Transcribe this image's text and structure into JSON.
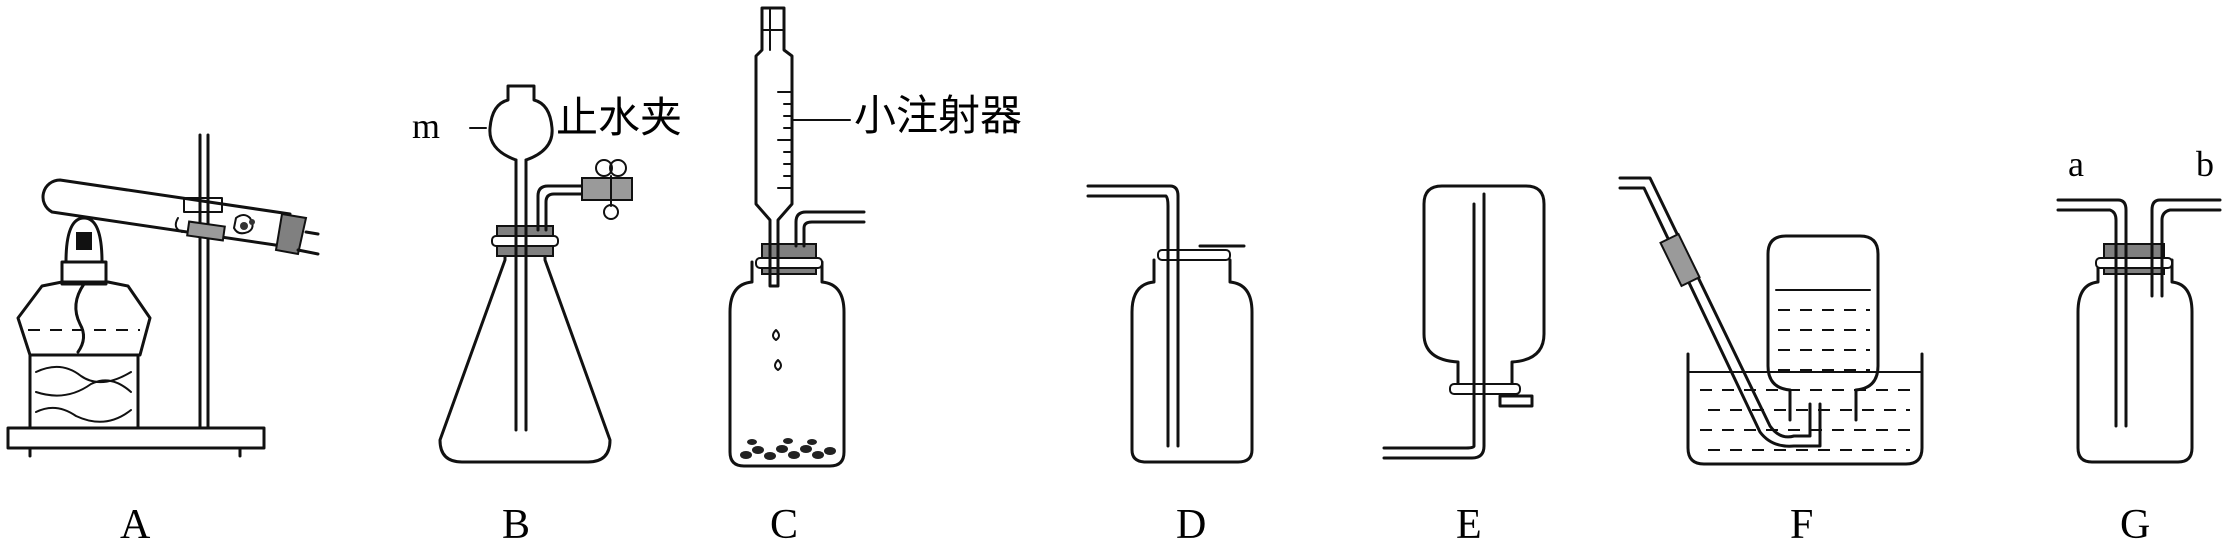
{
  "apparatus": [
    {
      "id": "A",
      "label": "A"
    },
    {
      "id": "B",
      "label": "B"
    },
    {
      "id": "C",
      "label": "C"
    },
    {
      "id": "D",
      "label": "D"
    },
    {
      "id": "E",
      "label": "E"
    },
    {
      "id": "F",
      "label": "F"
    },
    {
      "id": "G",
      "label": "G"
    }
  ],
  "annotations": {
    "b_funnel_mark": "m",
    "b_clamp": "止水夹",
    "c_syringe": "小注射器",
    "g_inlet_a": "a",
    "g_inlet_b": "b"
  }
}
